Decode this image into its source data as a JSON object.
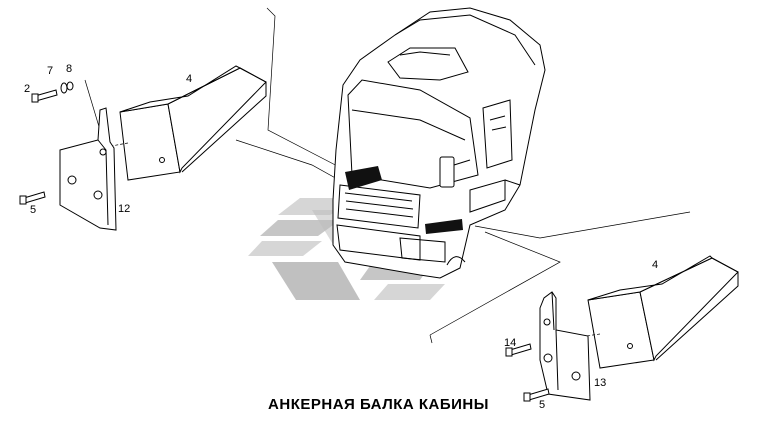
{
  "caption": "АНКЕРНАЯ БАЛКА КАБИНЫ",
  "part_labels": {
    "left_screw_top": "2",
    "left_washer": "7",
    "left_nut": "8",
    "left_beam": "4",
    "left_screw_bottom": "5",
    "left_bracket": "12",
    "right_beam": "4",
    "right_screw_top": "14",
    "right_bracket": "13",
    "right_screw_bottom": "5"
  },
  "colors": {
    "line": "#000000",
    "watermark_light": "#d4d4d4",
    "watermark_dark": "#b8b8b8"
  }
}
